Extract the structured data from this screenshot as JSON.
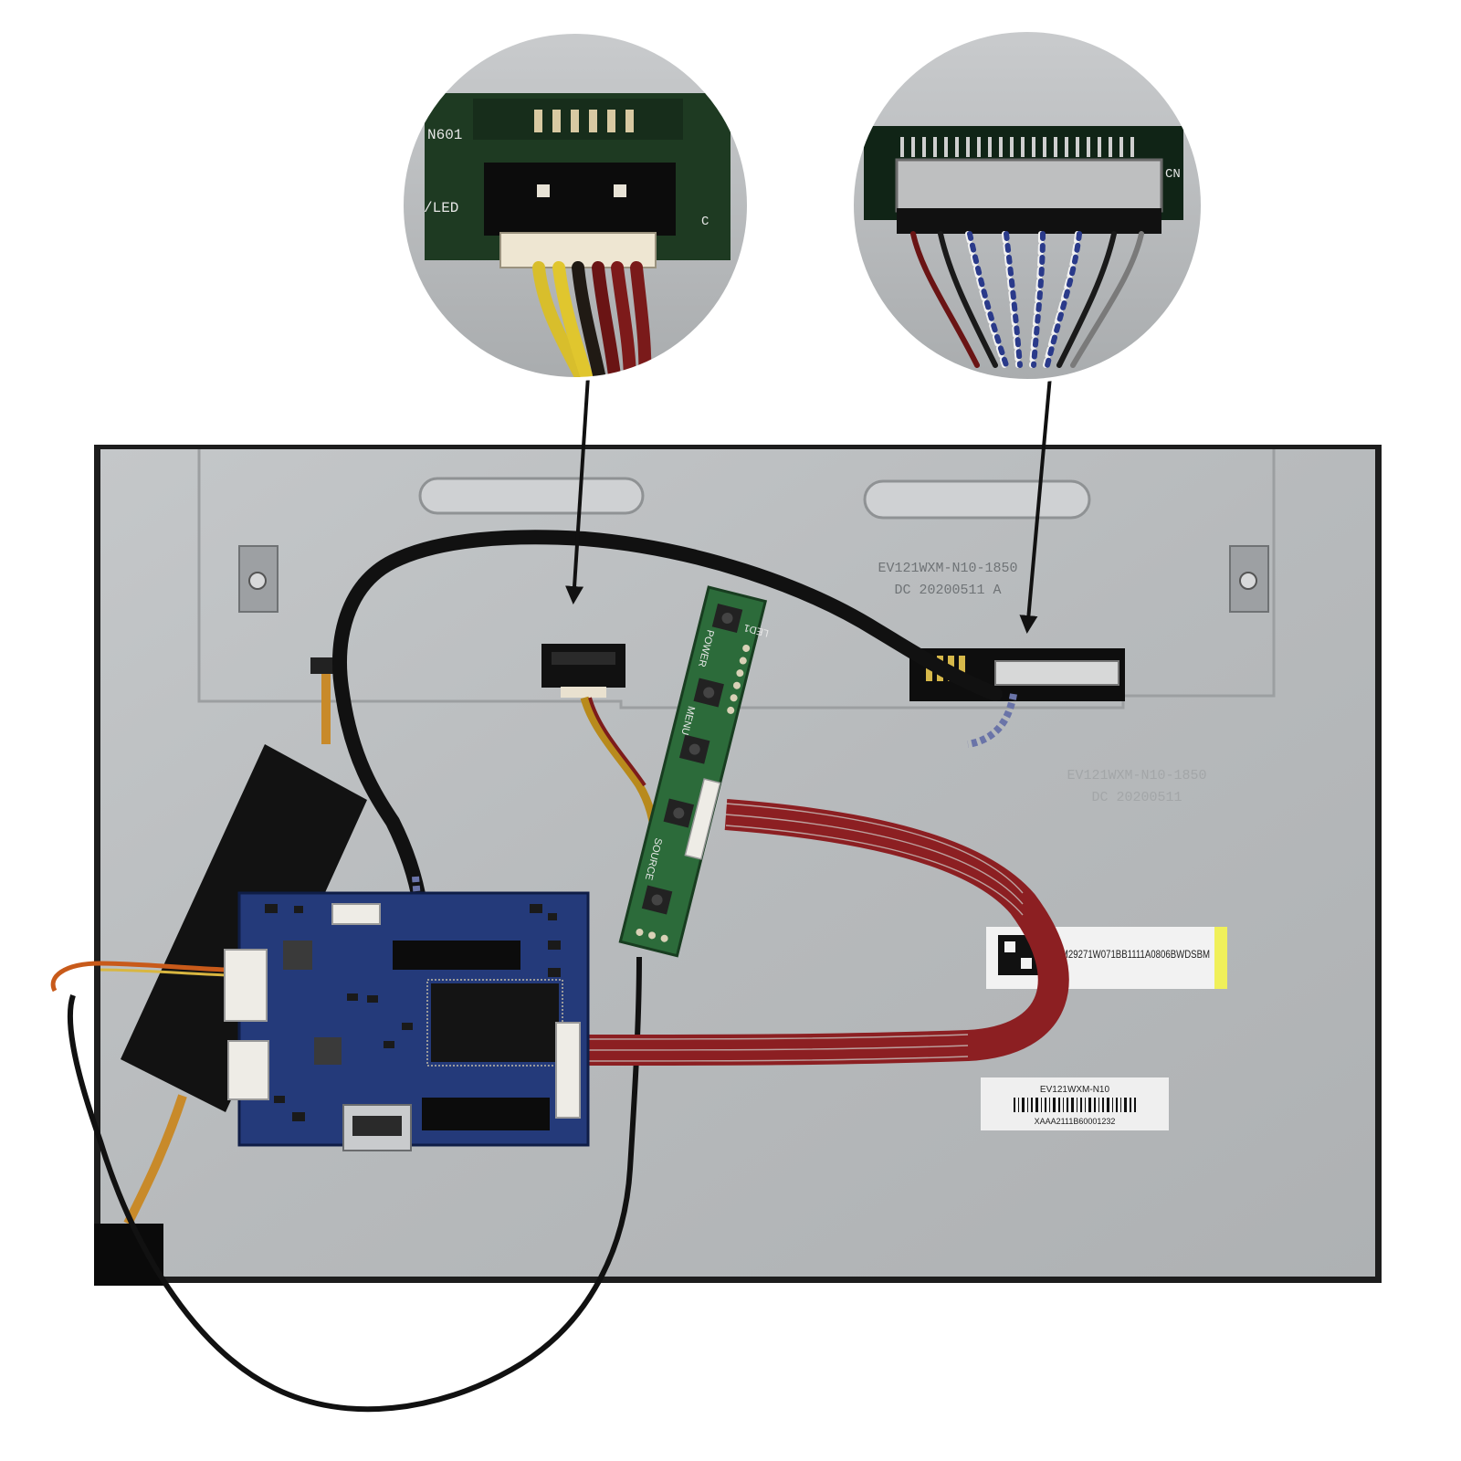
{
  "panel": {
    "model_stamp": "EV121WXM-N10-1850",
    "date_stamp": "DC 20200511 A",
    "model_stamp_faded": "EV121WXM-N10-1850",
    "date_stamp_faded": "DC 20200511"
  },
  "labels": {
    "qr_label": "EWXM29271W071BB1111A0806BWDSBM",
    "model_label": "EV121WXM-N10",
    "barcode_number": "XAAA2111B60001232"
  },
  "keypad": {
    "led": "LED1",
    "power": "POWER",
    "menu": "MENU",
    "source": "SOURCE"
  },
  "zoom_left": {
    "silk_ref": "N601",
    "silk_led": "/LED",
    "silk_c": "C"
  },
  "zoom_right": {
    "silk_cn": "CN"
  },
  "colors": {
    "panel_metal": "#b9bcbe",
    "pcb_blue": "#243a7a",
    "pcb_green": "#2c6b3a",
    "ribbon_red": "#8c1f22",
    "cable_black": "#111111"
  }
}
